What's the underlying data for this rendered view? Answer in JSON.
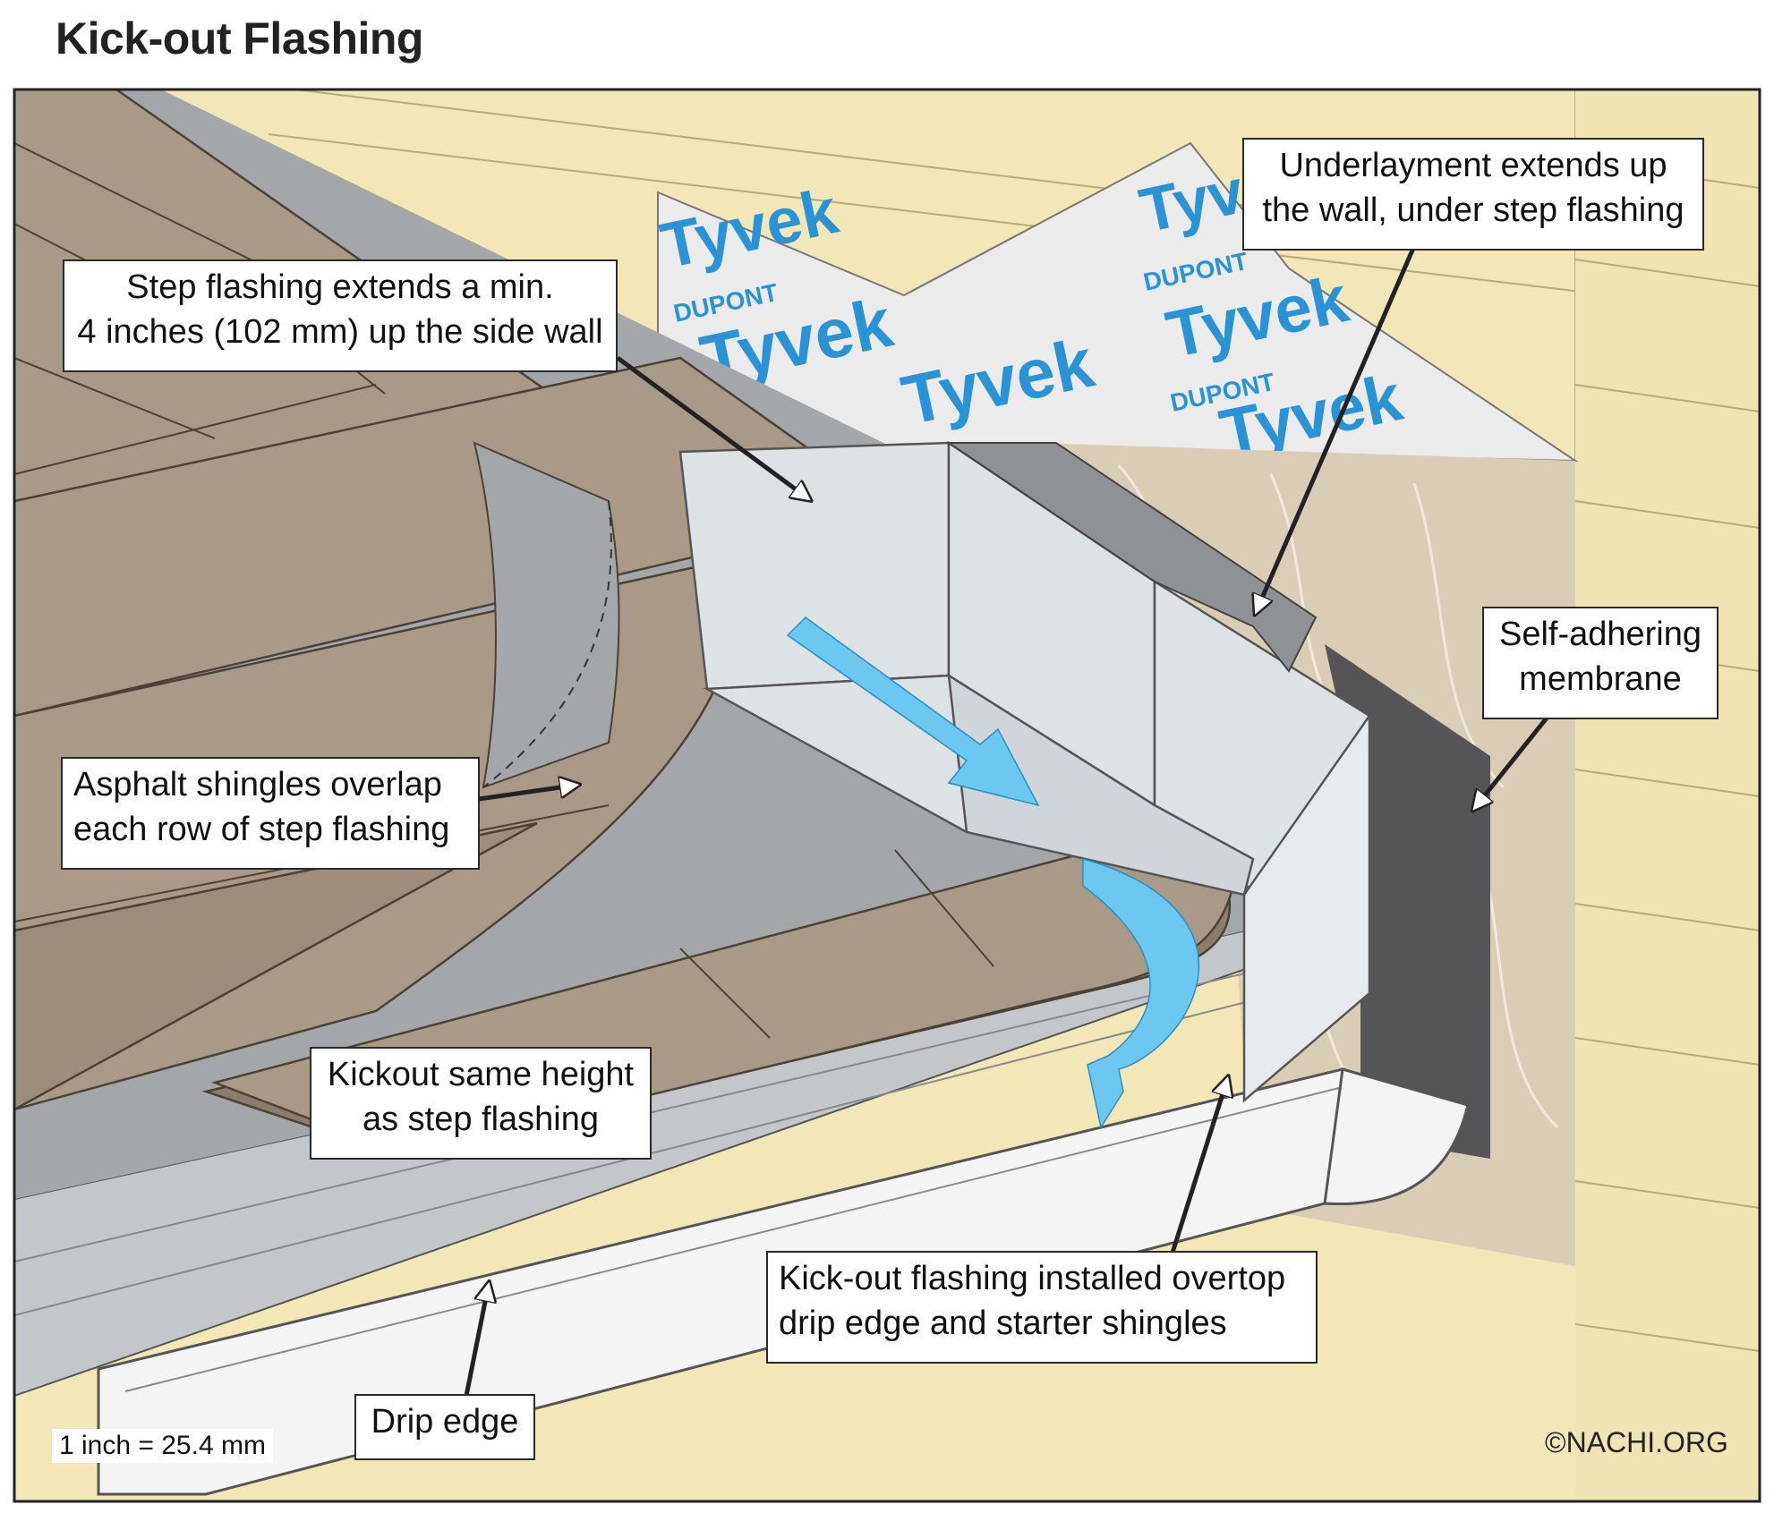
{
  "title": "Kick-out Flashing",
  "callouts": {
    "step_flashing": [
      "Step flashing extends a min.",
      "4 inches (102 mm) up the side wall"
    ],
    "underlayment": [
      "Underlayment extends up",
      "the wall, under step flashing"
    ],
    "self_adhering": [
      "Self-adhering",
      "membrane"
    ],
    "shingles_overlap": [
      "Asphalt shingles overlap",
      "each row of step flashing"
    ],
    "kickout_height": [
      "Kickout same height",
      "as step flashing"
    ],
    "kickout_installed": [
      "Kick-out flashing installed overtop",
      "drip edge and starter shingles"
    ],
    "drip_edge": [
      "Drip edge"
    ]
  },
  "wrap_brand": "Tyvek",
  "wrap_maker": "DUPONT",
  "scale_note": "1 inch = 25.4 mm",
  "copyright": "©NACHI.ORG",
  "colors": {
    "siding": "#f3e7b8",
    "shingle": "#a89a86",
    "shingle_dark": "#8a7d6c",
    "metal": "#dde2e4",
    "metal_dark": "#a4a7aa",
    "membrane": "#555557",
    "wood": "#d9cdb6",
    "water_arrow": "#6cc8f0",
    "brand_blue": "#2a93d5"
  }
}
